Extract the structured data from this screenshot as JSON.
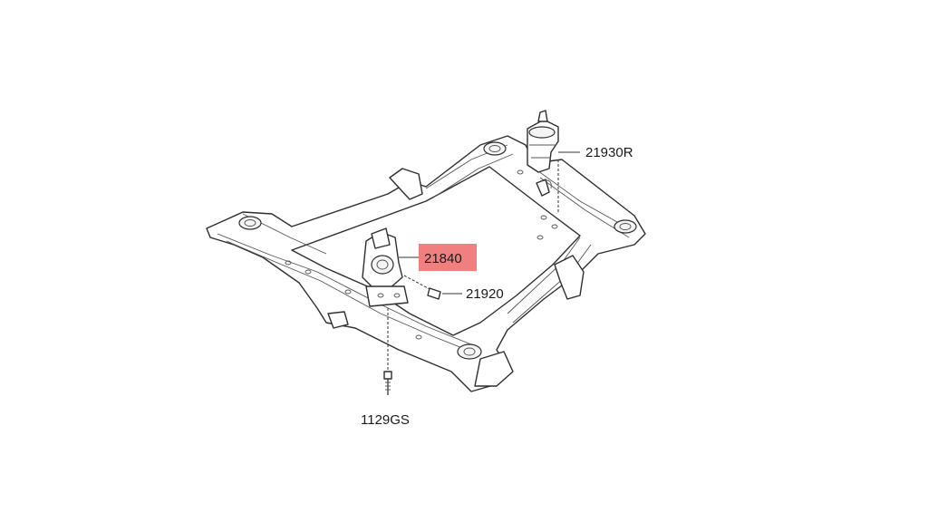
{
  "parts": {
    "mount_right": "21930R",
    "mount_selected": "21840",
    "bolt": "21920",
    "bolt_lower": "1129GS"
  },
  "colors": {
    "highlight": "#f08080",
    "line": "#2e2e2e"
  }
}
